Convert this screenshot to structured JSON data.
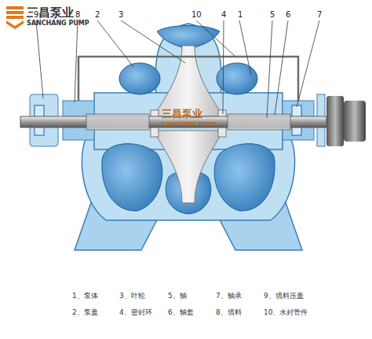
{
  "diagram": {
    "labels": [
      "三昌泵业",
      "SANCHANG PUMP",
      "9",
      "8",
      "2",
      "3",
      "10",
      "4",
      "1",
      "5",
      "6",
      "7",
      "三昌泵业",
      "SANCHANG PUMP",
      "1、泵体",
      "3、叶轮",
      "5、轴",
      "7、轴承",
      "9、填料压盖",
      "2、泵盖",
      "4、密封环",
      "6、轴套",
      "8、填料",
      "10、水封管件"
    ]
  }
}
